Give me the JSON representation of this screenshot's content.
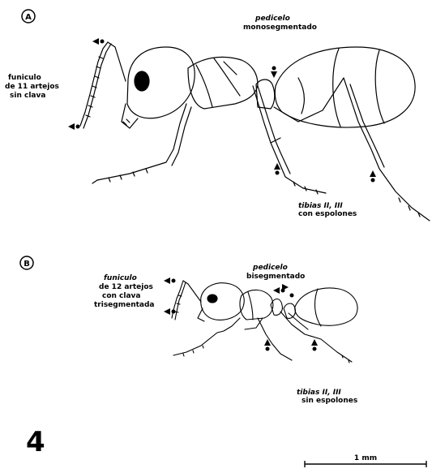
{
  "figure_number": "4",
  "panel_a": {
    "marker": "A",
    "label_funiculo": [
      "funiculo",
      "de 11 artejos",
      "sin clava"
    ],
    "label_pedicelo": [
      "pedicelo",
      "monosegmentado"
    ],
    "label_tibias": [
      "tibias II, III",
      "con espolones"
    ]
  },
  "panel_b": {
    "marker": "B",
    "label_funiculo": [
      "funiculo",
      "de 12 artejos",
      "con clava",
      "trisegmentada"
    ],
    "label_pedicelo": [
      "pedicelo",
      "bisegmentado"
    ],
    "label_tibias": [
      "tibias II, III",
      "sin espolones"
    ]
  },
  "scale_bar": {
    "label": "1 mm"
  }
}
